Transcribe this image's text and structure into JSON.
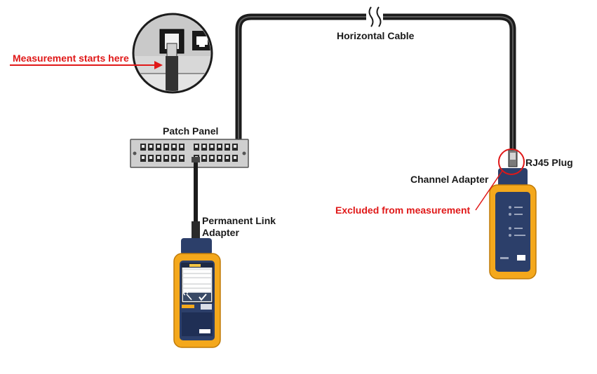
{
  "labels": {
    "measurement_start": "Measurement starts here",
    "horizontal_cable": "Horizontal Cable",
    "patch_panel": "Patch Panel",
    "rj45_plug": "RJ45 Plug",
    "channel_adapter": "Channel Adapter",
    "excluded": "Excluded from measurement",
    "permanent_link_line1": "Permanent Link",
    "permanent_link_line2": "Adapter"
  },
  "colors": {
    "annotation_red": "#e01818",
    "cable": "#1c1c1c",
    "tester_body": "#f4a81c",
    "tester_face": "#2c3f6a"
  },
  "icons": [
    "cable-break-icon",
    "rj45-jack-icon",
    "wrench-icon",
    "checkmark-icon"
  ]
}
